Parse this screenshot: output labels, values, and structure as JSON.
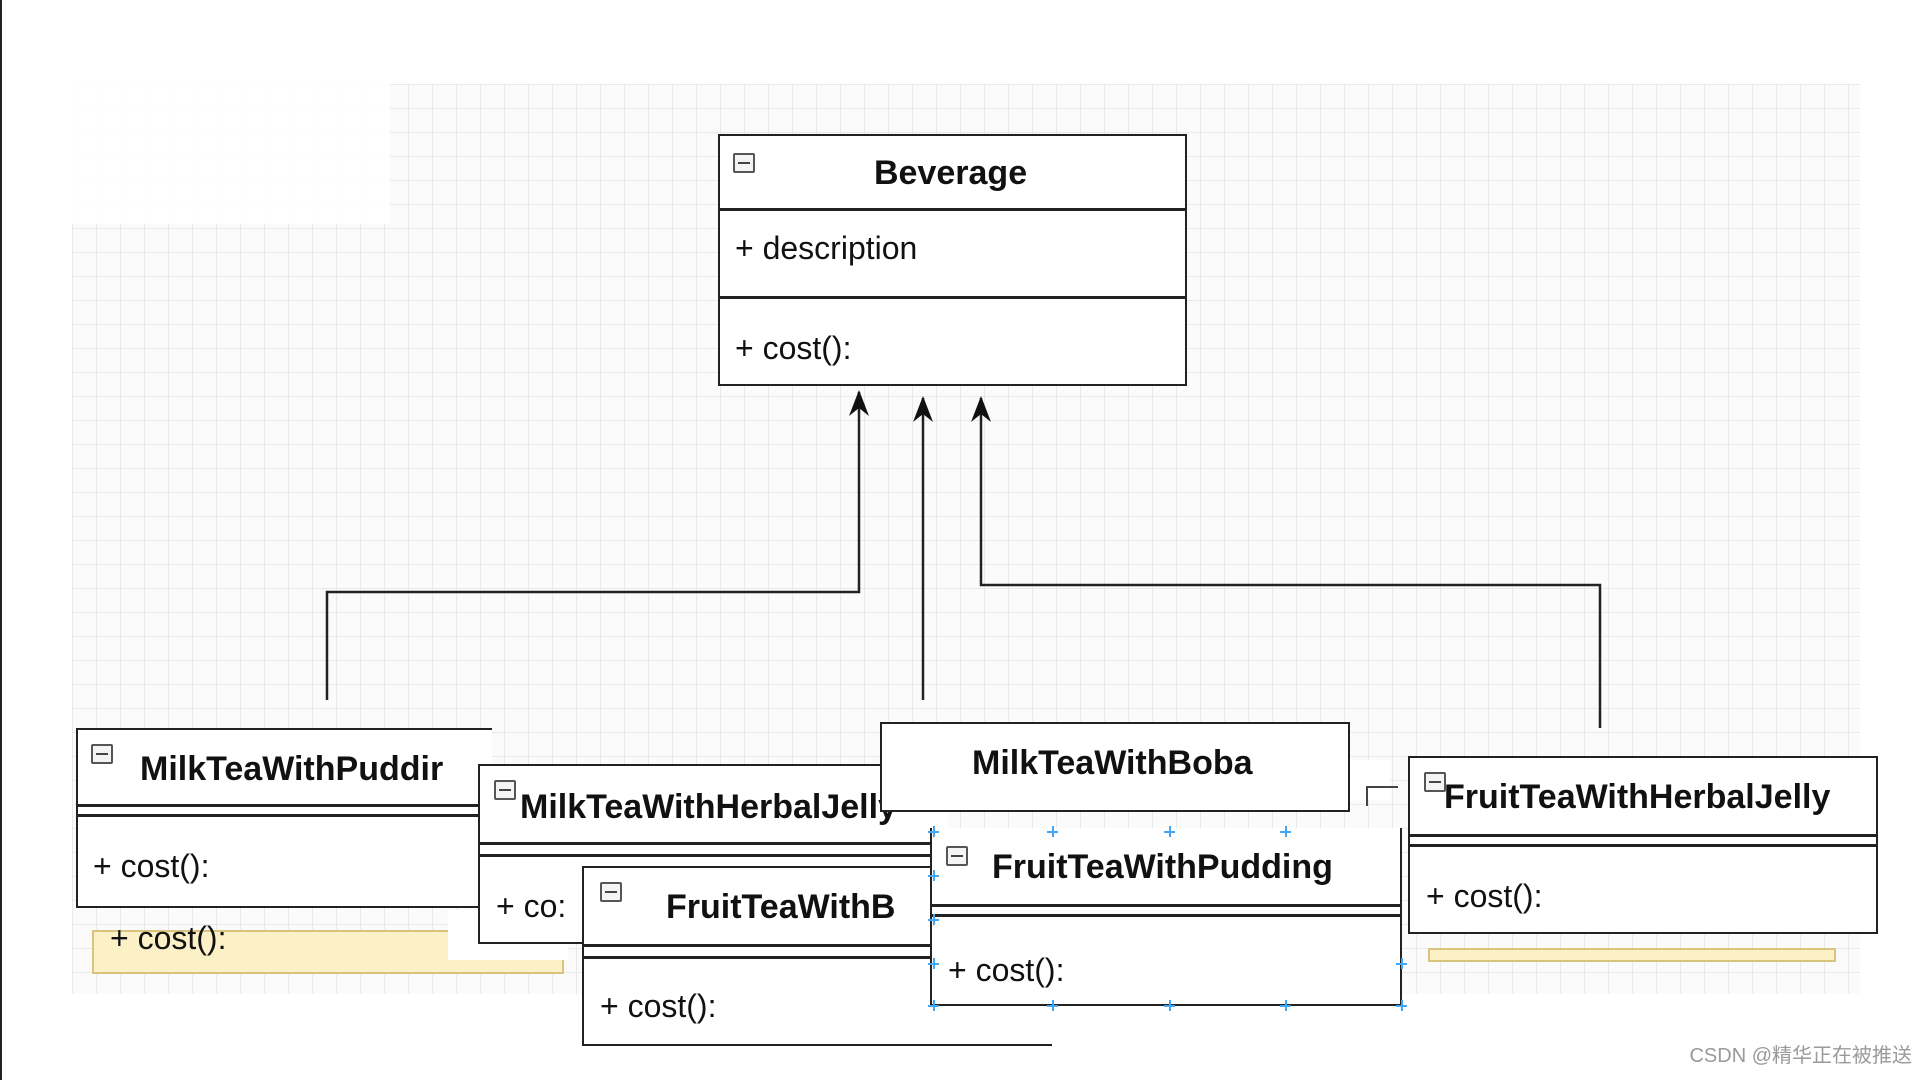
{
  "diagram": {
    "classes": {
      "beverage": {
        "name": "Beverage",
        "attribute": "+ description",
        "method": "+ cost():"
      },
      "milk_pudding": {
        "name": "MilkTeaWithPuddir",
        "method": "+ cost():"
      },
      "milk_herbal": {
        "name": "MilkTeaWithHerbalJelly",
        "method": "+ co:"
      },
      "fruit_boba": {
        "name": "FruitTeaWithB",
        "method": "+ cost():"
      },
      "milk_boba": {
        "name": "MilkTeaWithBoba"
      },
      "fruit_pudding": {
        "name": "FruitTeaWithPudding",
        "method": "+ cost():"
      },
      "fruit_herbal": {
        "name": "FruitTeaWithHerbalJelly",
        "method": "+ cost():"
      }
    },
    "ghost_method": "+ cost():",
    "relations": [
      {
        "from": "MilkTeaWithPuddir",
        "to": "Beverage",
        "type": "inheritance"
      },
      {
        "from": "MilkTeaWithBoba",
        "to": "Beverage",
        "type": "inheritance"
      },
      {
        "from": "FruitTeaWithHerbalJelly",
        "to": "Beverage",
        "type": "inheritance"
      }
    ]
  },
  "watermark": "CSDN @精华正在被推送",
  "colors": {
    "line": "#222222",
    "selection": "#42a5f5",
    "ghost_fill": "#fbf0c6",
    "grid": "#e9e9e9"
  }
}
